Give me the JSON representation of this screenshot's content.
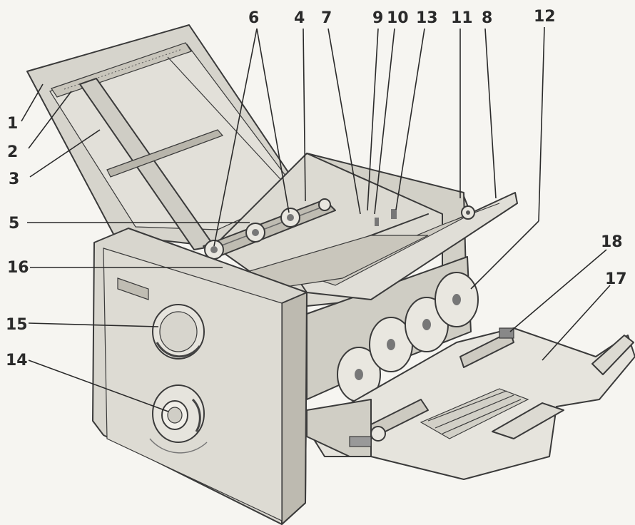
{
  "diagram": {
    "callouts": [
      {
        "id": "1",
        "label": "1"
      },
      {
        "id": "2",
        "label": "2"
      },
      {
        "id": "3",
        "label": "3"
      },
      {
        "id": "4",
        "label": "4"
      },
      {
        "id": "5",
        "label": "5"
      },
      {
        "id": "6",
        "label": "6"
      },
      {
        "id": "7",
        "label": "7"
      },
      {
        "id": "8",
        "label": "8"
      },
      {
        "id": "9",
        "label": "9"
      },
      {
        "id": "10",
        "label": "10"
      },
      {
        "id": "11",
        "label": "11"
      },
      {
        "id": "12",
        "label": "12"
      },
      {
        "id": "13",
        "label": "13"
      },
      {
        "id": "14",
        "label": "14"
      },
      {
        "id": "15",
        "label": "15"
      },
      {
        "id": "16",
        "label": "16"
      },
      {
        "id": "17",
        "label": "17"
      },
      {
        "id": "18",
        "label": "18"
      }
    ]
  },
  "colors": {
    "background": "#f6f5f1",
    "machine_body": "#d9d7cf",
    "machine_shadow": "#bdbab0",
    "ink": "#2a2a2a"
  }
}
